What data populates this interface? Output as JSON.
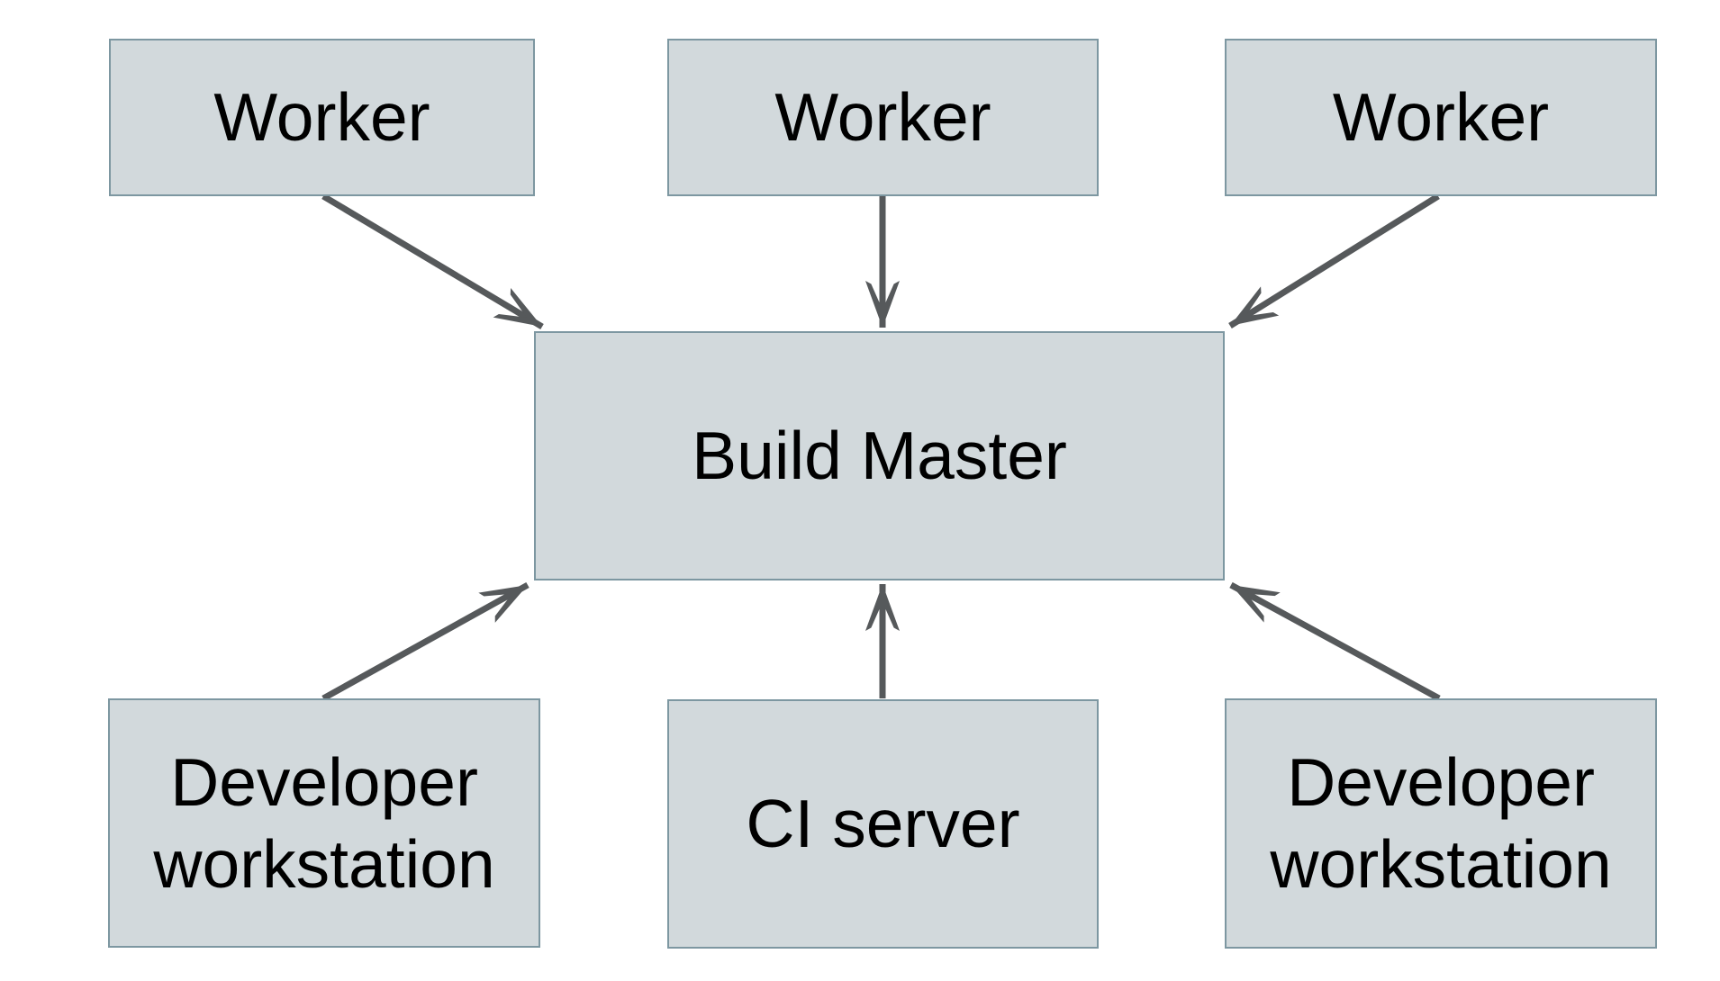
{
  "diagram": {
    "type": "architecture-diagram",
    "nodes": [
      {
        "id": "worker-1",
        "label": "Worker"
      },
      {
        "id": "worker-2",
        "label": "Worker"
      },
      {
        "id": "worker-3",
        "label": "Worker"
      },
      {
        "id": "build-master",
        "label": "Build Master"
      },
      {
        "id": "developer-workstation-left",
        "label": "Developer workstation"
      },
      {
        "id": "ci-server",
        "label": "CI server"
      },
      {
        "id": "developer-workstation-right",
        "label": "Developer workstation"
      }
    ],
    "edges": [
      {
        "from": "worker-1",
        "to": "build-master",
        "arrow": "into-build-master"
      },
      {
        "from": "worker-2",
        "to": "build-master",
        "arrow": "into-build-master"
      },
      {
        "from": "worker-3",
        "to": "build-master",
        "arrow": "into-build-master"
      },
      {
        "from": "developer-workstation-left",
        "to": "build-master",
        "arrow": "into-build-master"
      },
      {
        "from": "ci-server",
        "to": "build-master",
        "arrow": "into-build-master"
      },
      {
        "from": "developer-workstation-right",
        "to": "build-master",
        "arrow": "into-build-master"
      }
    ],
    "colors": {
      "node_fill": "#d2d9dc",
      "node_border": "#7d97a1",
      "arrow": "#56595b",
      "text": "#000000",
      "background": "#ffffff"
    }
  }
}
